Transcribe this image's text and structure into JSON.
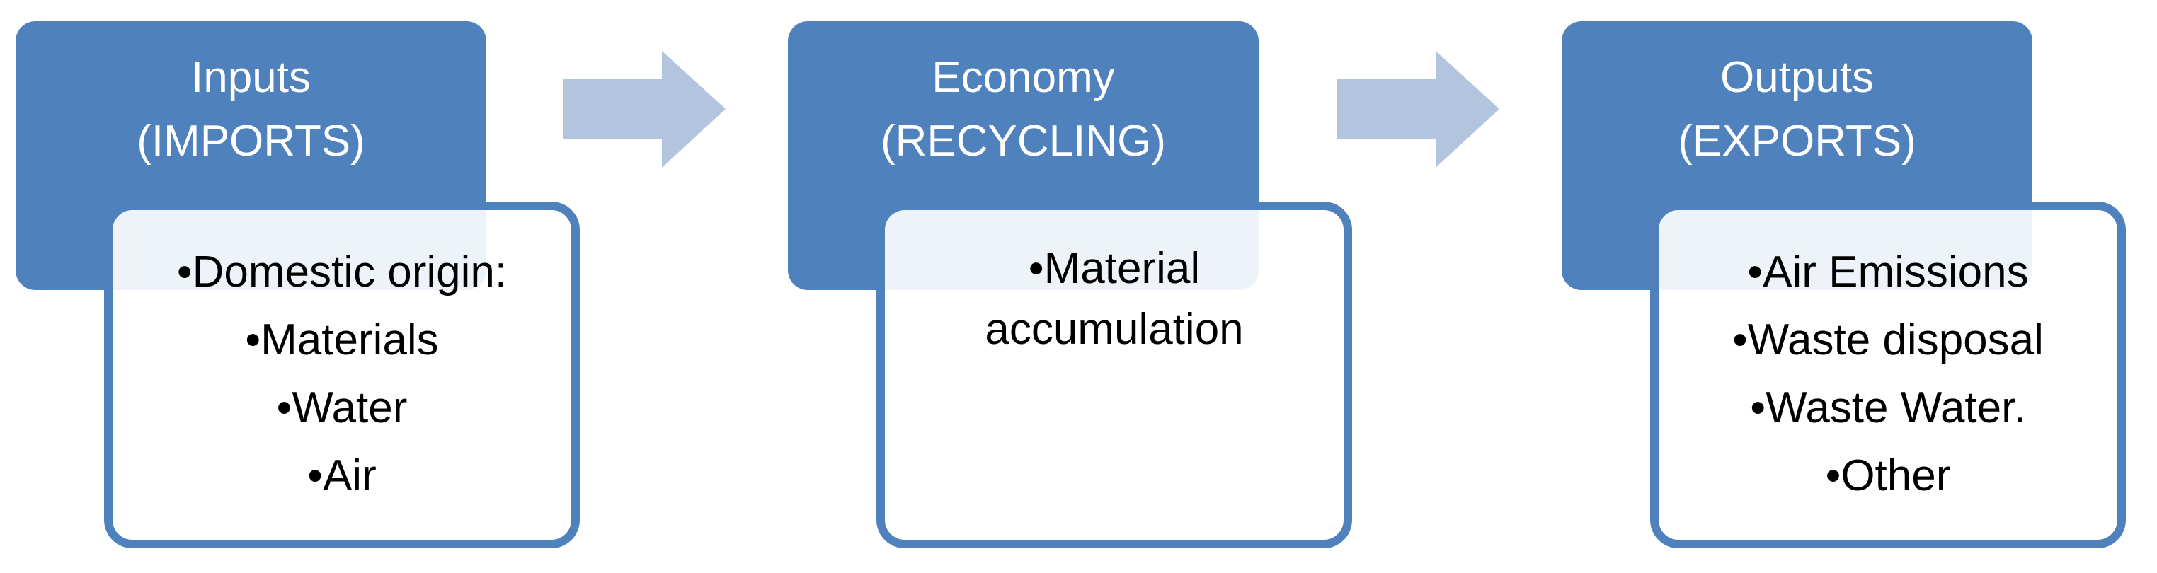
{
  "stages": [
    {
      "title": "Inputs",
      "subtitle": "(IMPORTS)",
      "items": [
        "•Domestic origin:",
        "•Materials",
        "•Water",
        "•Air"
      ]
    },
    {
      "title": "Economy",
      "subtitle": "(RECYCLING)",
      "items": [
        "•Material accumulation"
      ]
    },
    {
      "title": "Outputs",
      "subtitle": "(EXPORTS)",
      "items": [
        "•Air Emissions",
        "•Waste disposal",
        "•Waste Water.",
        "•Other"
      ]
    }
  ],
  "colors": {
    "primary": "#4f81bd",
    "arrow": "#b3c4df",
    "text_on_primary": "#ffffff",
    "text_body": "#000000"
  },
  "icons": [
    "right-arrow-icon",
    "right-arrow-icon"
  ]
}
